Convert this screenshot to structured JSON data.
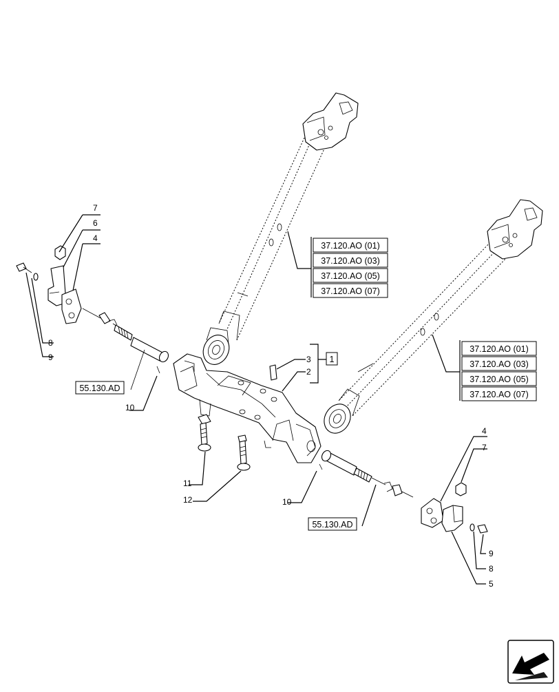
{
  "references": {
    "upper_link_refs": [
      "37.120.AO (01)",
      "37.120.AO (03)",
      "37.120.AO (05)",
      "37.120.AO (07)"
    ],
    "lower_link_refs": [
      "37.120.AO (01)",
      "37.120.AO (03)",
      "37.120.AO (05)",
      "37.120.AO (07)"
    ],
    "left_cable_ref": "55.130.AD",
    "right_cable_ref": "55.130.AD",
    "kit_ref": "1"
  },
  "callouts": {
    "c7_left": "7",
    "c6_left": "6",
    "c4_left": "4",
    "c8_left": "8",
    "c9_left": "9",
    "c10_left": "10",
    "c3": "3",
    "c2": "2",
    "c11": "11",
    "c12": "12",
    "c10_right": "10",
    "c4_right": "4",
    "c7_right": "7",
    "c9_right": "9",
    "c8_right": "8",
    "c5_right": "5"
  },
  "icons": {
    "nav": "arrow-page-icon"
  }
}
